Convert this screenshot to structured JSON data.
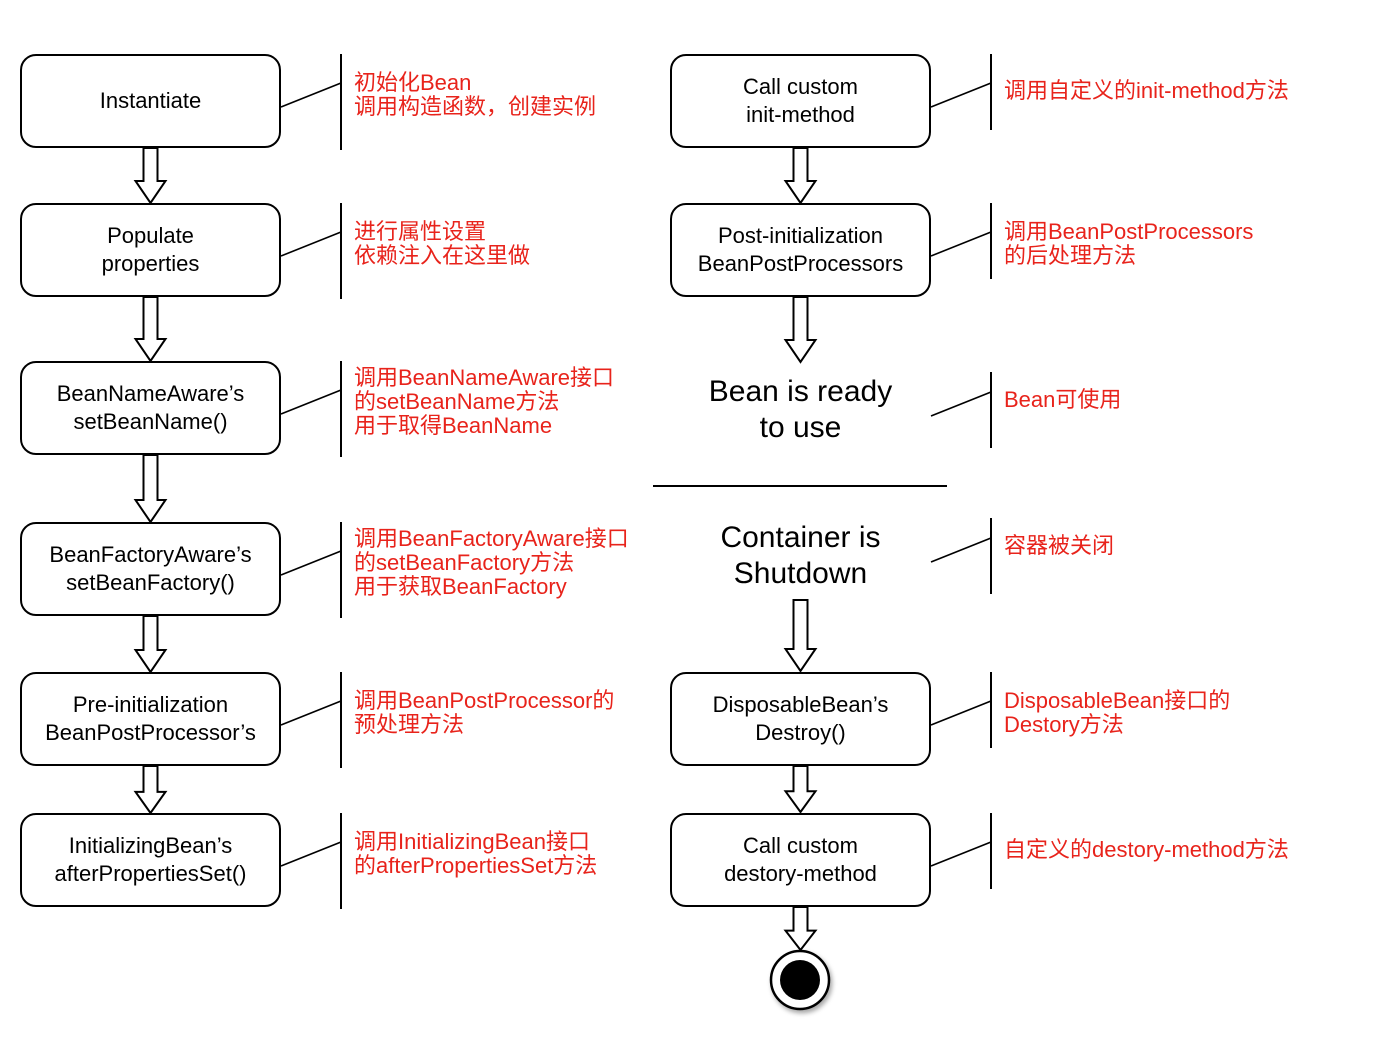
{
  "colors": {
    "stroke": "#000000",
    "annotation": "#e8231b",
    "background": "#ffffff"
  },
  "left_steps": [
    {
      "lines": [
        "Instantiate"
      ],
      "note": [
        "初始化Bean",
        "调用构造函数，创建实例"
      ]
    },
    {
      "lines": [
        "Populate",
        "properties"
      ],
      "note": [
        "进行属性设置",
        "依赖注入在这里做"
      ]
    },
    {
      "lines": [
        "BeanNameAware’s",
        "setBeanName()"
      ],
      "note": [
        "调用BeanNameAware接口",
        "的setBeanName方法",
        "用于取得BeanName"
      ]
    },
    {
      "lines": [
        "BeanFactoryAware’s",
        "setBeanFactory()"
      ],
      "note": [
        "调用BeanFactoryAware接口",
        "的setBeanFactory方法",
        "用于获取BeanFactory"
      ]
    },
    {
      "lines": [
        "Pre-initialization",
        "BeanPostProcessor’s"
      ],
      "note": [
        "调用BeanPostProcessor的",
        "预处理方法"
      ]
    },
    {
      "lines": [
        "InitializingBean’s",
        "afterPropertiesSet()"
      ],
      "note": [
        "调用InitializingBean接口",
        "的afterPropertiesSet方法"
      ]
    }
  ],
  "right_steps": [
    {
      "kind": "box",
      "lines": [
        "Call custom",
        "init-method"
      ],
      "note": [
        "调用自定义的init-method方法"
      ]
    },
    {
      "kind": "box",
      "lines": [
        "Post-initialization",
        "BeanPostProcessors"
      ],
      "note": [
        "调用BeanPostProcessors",
        "的后处理方法"
      ]
    },
    {
      "kind": "state",
      "lines": [
        "Bean is ready",
        "to use"
      ],
      "note": [
        "Bean可使用"
      ]
    },
    {
      "kind": "state",
      "lines": [
        "Container is",
        "Shutdown"
      ],
      "note": [
        "容器被关闭"
      ]
    },
    {
      "kind": "box",
      "lines": [
        "DisposableBean’s",
        "Destroy()"
      ],
      "note": [
        "DisposableBean接口的",
        "Destory方法"
      ]
    },
    {
      "kind": "box",
      "lines": [
        "Call custom",
        "destory-method"
      ],
      "note": [
        "自定义的destory-method方法"
      ]
    }
  ],
  "end_state": "final-node-icon"
}
